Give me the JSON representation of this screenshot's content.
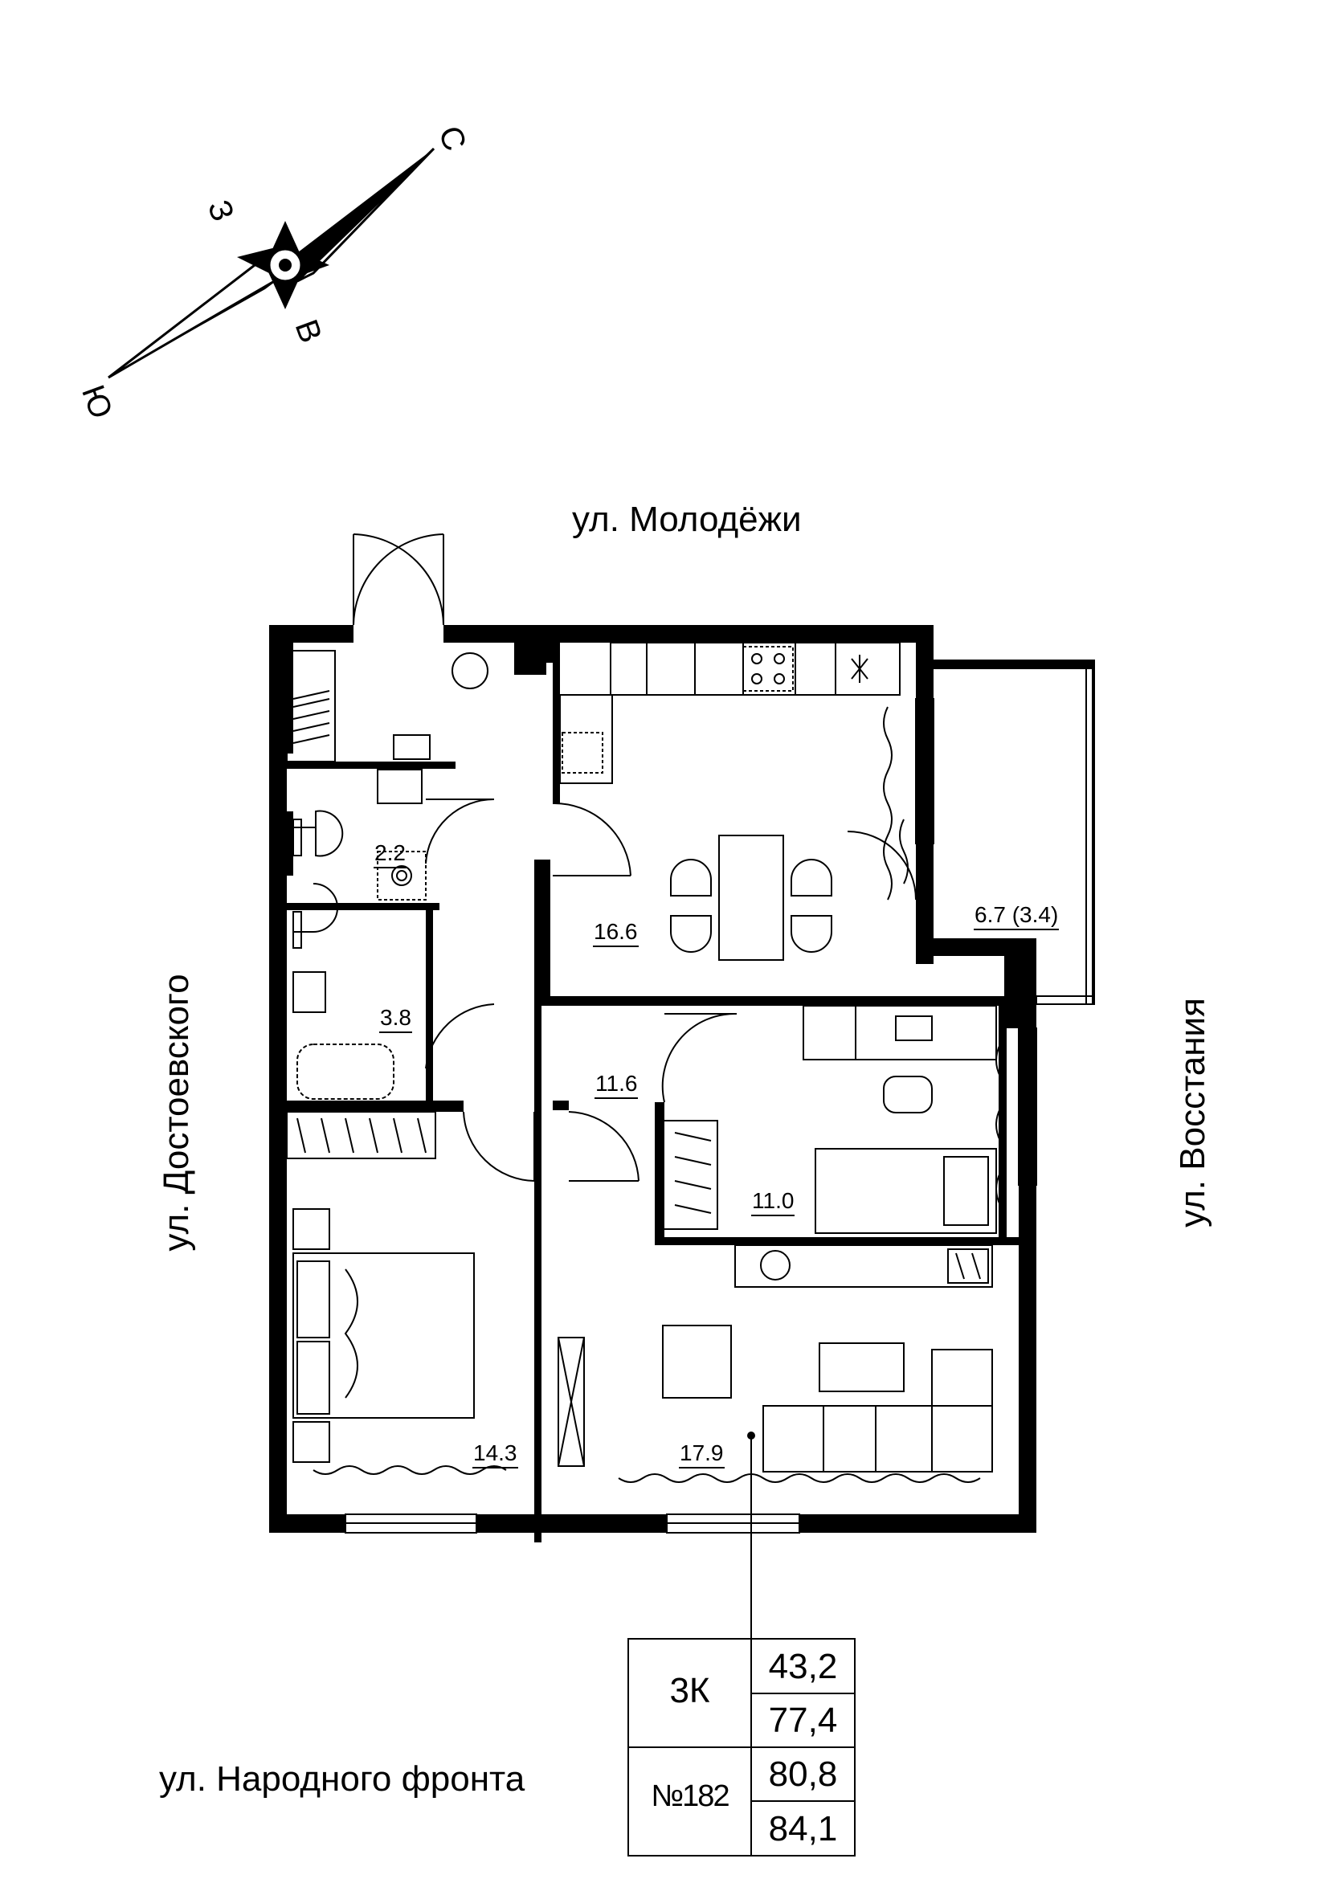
{
  "compass": {
    "north": "С",
    "south": "Ю",
    "east": "В",
    "west": "З"
  },
  "streets": {
    "top": "ул. Молодёжи",
    "left": "ул. Достоевского",
    "right": "ул. Восстания",
    "bottom": "ул. Народного фронта"
  },
  "rooms": [
    {
      "area": "2.2"
    },
    {
      "area": "3.8"
    },
    {
      "area": "16.6"
    },
    {
      "area": "11.6"
    },
    {
      "area": "11.0"
    },
    {
      "area": "6.7 (3.4)"
    },
    {
      "area": "14.3"
    },
    {
      "area": "17.9"
    }
  ],
  "summary": {
    "rooms_code": "3К",
    "apartment_no": "№182",
    "values": [
      "43,2",
      "77,4",
      "80,8",
      "84,1"
    ]
  }
}
